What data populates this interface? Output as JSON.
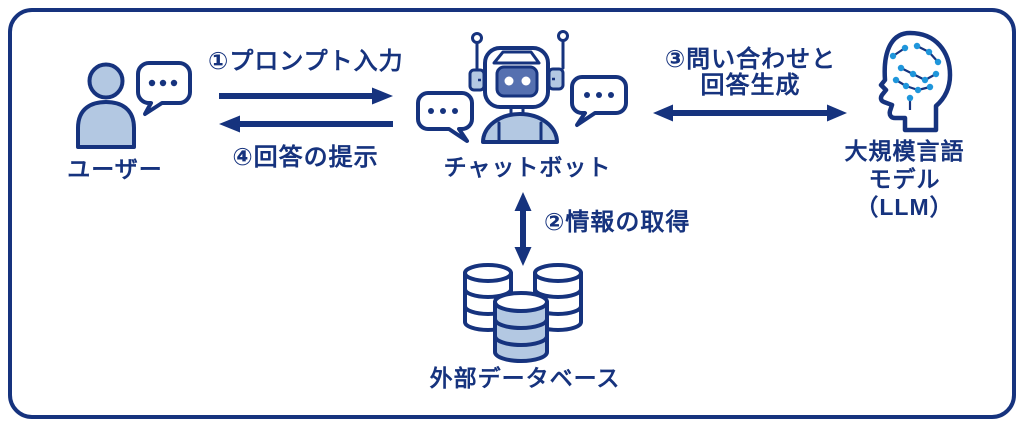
{
  "colors": {
    "navy": "#16337E",
    "light_blue": "#B3C8E2",
    "medium_blue": "#5570B0",
    "dot_blue": "#1F96DB",
    "background": "#FFFFFF"
  },
  "nodes": {
    "user": {
      "label": "ユーザー",
      "icon": "person-with-speech-bubble-icon"
    },
    "chatbot": {
      "label": "チャットボット",
      "icon": "robot-with-speech-bubbles-icon"
    },
    "llm": {
      "label_lines": [
        "大規模言語",
        "モデル",
        "（LLM）"
      ],
      "icon": "head-with-neural-network-icon"
    },
    "database": {
      "label": "外部データベース",
      "icon": "database-cylinders-icon"
    }
  },
  "arrows": {
    "prompt_input": {
      "label": "①プロンプト入力",
      "direction": "user-to-chatbot"
    },
    "answer_display": {
      "label": "④回答の提示",
      "direction": "chatbot-to-user"
    },
    "query_and_generate": {
      "label_lines": [
        "③問い合わせと",
        "回答生成"
      ],
      "direction": "chatbot-llm-bidirectional"
    },
    "info_retrieval": {
      "label": "②情報の取得",
      "direction": "chatbot-database-bidirectional"
    }
  }
}
